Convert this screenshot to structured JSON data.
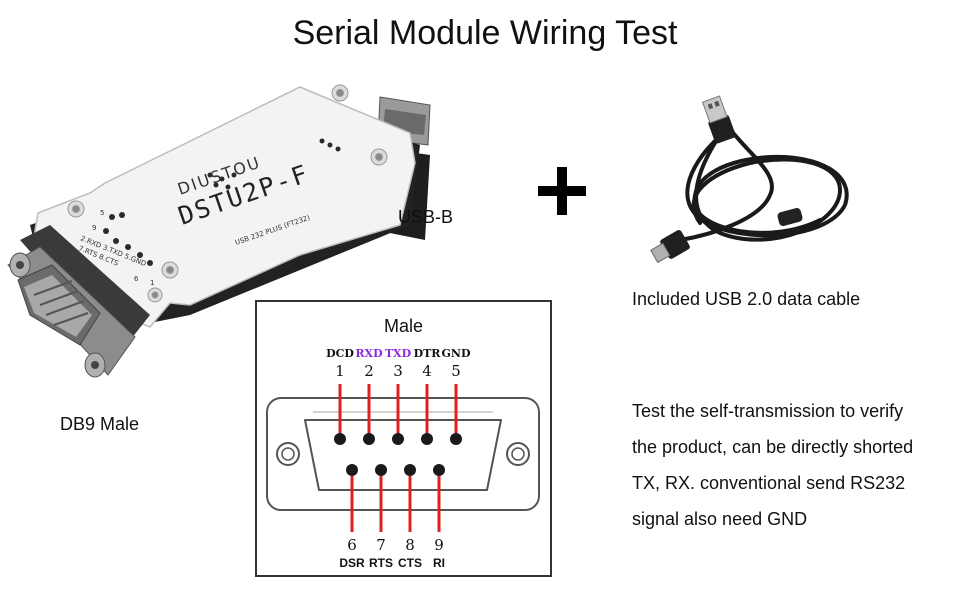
{
  "title": "Serial Module Wiring Test",
  "module": {
    "brand": "DIUSTOU",
    "model": "DSTU2P-F",
    "subtitle": "USB 232 PLUS (FT232)",
    "silk_pins": [
      "5",
      "9",
      "2.RXD 3.TXD 5.GND",
      "7.RTS 8.CTS",
      "1",
      "6"
    ]
  },
  "labels": {
    "usb_b": "USB-B",
    "db9": "DB9 Male",
    "cable": "Included USB 2.0 data cable"
  },
  "description": [
    "Test the self-transmission to verify",
    "the product, can be directly shorted",
    "TX, RX. conventional send RS232",
    "signal also need GND"
  ],
  "pinout": {
    "title": "Male",
    "top": [
      {
        "num": "1",
        "signal": "DCD",
        "color": "#111111"
      },
      {
        "num": "2",
        "signal": "RXD",
        "color": "#8a2be2"
      },
      {
        "num": "3",
        "signal": "TXD",
        "color": "#8a2be2"
      },
      {
        "num": "4",
        "signal": "DTR",
        "color": "#111111"
      },
      {
        "num": "5",
        "signal": "GND",
        "color": "#111111"
      }
    ],
    "bottom": [
      {
        "num": "6",
        "signal": "DSR"
      },
      {
        "num": "7",
        "signal": "RTS"
      },
      {
        "num": "8",
        "signal": "CTS"
      },
      {
        "num": "9",
        "signal": "RI"
      }
    ],
    "wire_color": "#e02020"
  }
}
